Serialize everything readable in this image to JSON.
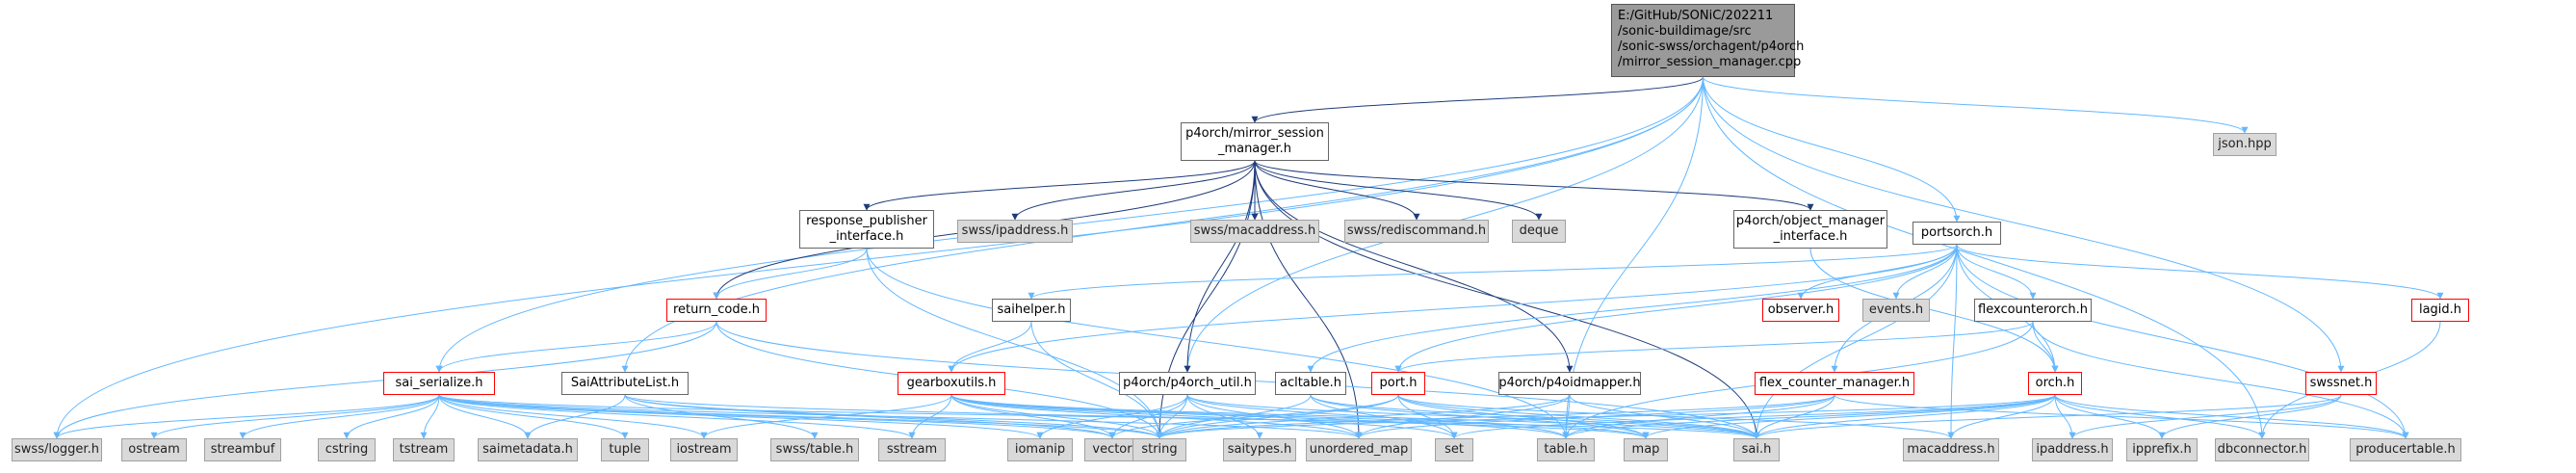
{
  "graph_title": "",
  "colors": {
    "edge": "#63b8ff",
    "edge_dark": "#1f3b7a",
    "root_fill": "#9a9a9a",
    "missing_border": "#ff0000",
    "external_fill": "#d9d9d9"
  },
  "nodes": {
    "root": "E:/GitHub/SONiC/202211\n/sonic-buildimage/src\n/sonic-swss/orchagent/p4orch\n/mirror_session_manager.cpp",
    "mirror_session_manager": "p4orch/mirror_session\n_manager.h",
    "json": "json.hpp",
    "response_publisher": "response_publisher\n_interface.h",
    "swss_ipaddress": "swss/ipaddress.h",
    "swss_macaddress": "swss/macaddress.h",
    "swss_rediscommand": "swss/rediscommand.h",
    "deque": "deque",
    "object_manager": "p4orch/object_manager\n_interface.h",
    "portsorch": "portsorch.h",
    "return_code": "return_code.h",
    "saihelper": "saihelper.h",
    "observer": "observer.h",
    "events": "events.h",
    "flexcounterorch": "flexcounterorch.h",
    "lagid": "lagid.h",
    "sai_serialize": "sai_serialize.h",
    "SaiAttributeList": "SaiAttributeList.h",
    "gearboxutils": "gearboxutils.h",
    "p4orch_util": "p4orch/p4orch_util.h",
    "acltable": "acltable.h",
    "port": "port.h",
    "p4oidmapper": "p4orch/p4oidmapper.h",
    "flex_counter_manager": "flex_counter_manager.h",
    "orch": "orch.h",
    "swssnet": "swssnet.h",
    "swss_logger": "swss/logger.h",
    "ostream": "ostream",
    "streambuf": "streambuf",
    "cstring": "cstring",
    "tstream": "tstream",
    "saimetadata": "saimetadata.h",
    "tuple": "tuple",
    "iostream": "iostream",
    "swss_table": "swss/table.h",
    "sstream": "sstream",
    "iomanip": "iomanip",
    "vector": "vector",
    "string": "string",
    "saitypes": "saitypes.h",
    "unordered_map": "unordered_map",
    "set": "set",
    "table": "table.h",
    "map": "map",
    "sai": "sai.h",
    "macaddress": "macaddress.h",
    "ipaddress": "ipaddress.h",
    "ipprefix": "ipprefix.h",
    "dbconnector": "dbconnector.h",
    "producertable": "producertable.h"
  }
}
